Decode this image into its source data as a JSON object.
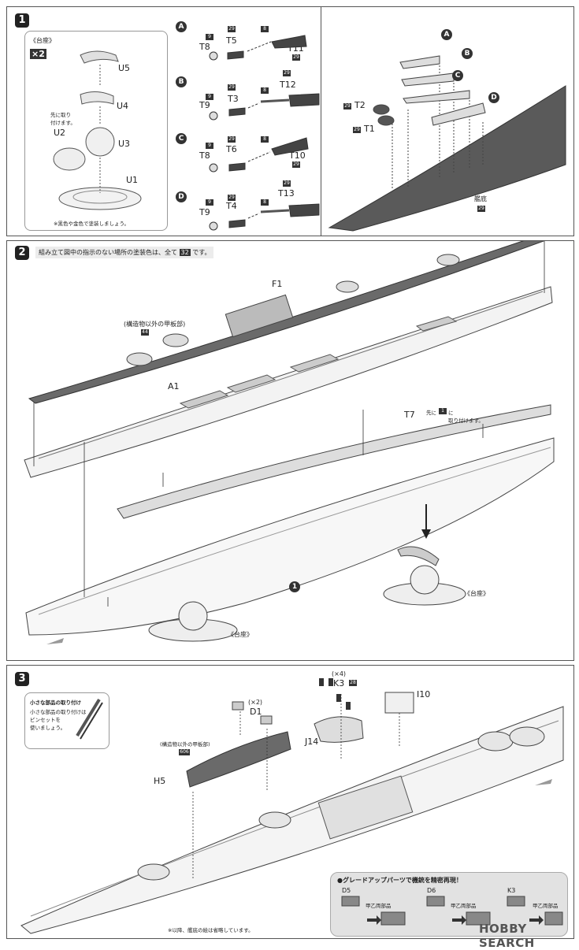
{
  "step1": {
    "num": "1",
    "stand_title": "《台座》",
    "qty": "×2",
    "parts": {
      "u5": "U5",
      "u4": "U4",
      "u3": "U3",
      "u2": "U2",
      "u1": "U1"
    },
    "note_first": "先に取り\n付けます。",
    "note_paint": "※黒色や金色で塗装しましょう。",
    "sub": [
      {
        "letter": "A",
        "p1": "T8",
        "p2": "T5",
        "p3": "T11",
        "c1": "9",
        "c2": "29",
        "c3": "8",
        "c4": "29"
      },
      {
        "letter": "B",
        "p1": "T9",
        "p2": "T3",
        "p3": "T12",
        "c1": "9",
        "c2": "29",
        "c3": "8",
        "c4": "29"
      },
      {
        "letter": "C",
        "p1": "T8",
        "p2": "T6",
        "p3": "T10",
        "c1": "9",
        "c2": "29",
        "c3": "8",
        "c4": "29"
      },
      {
        "letter": "D",
        "p1": "T9",
        "p2": "T4",
        "p3": "T13",
        "c1": "9",
        "c2": "29",
        "c3": "8",
        "c4": "29"
      }
    ],
    "rudders": {
      "t2": "T2",
      "t1": "T1",
      "c_t2": "29",
      "c_t1": "29",
      "a": "A",
      "b": "B",
      "c": "C",
      "d": "D"
    },
    "hull_label": "艦底",
    "hull_code": "29"
  },
  "step2": {
    "num": "2",
    "instruction": "組み立て図中の指示のない場所の塗装色は、全て",
    "instruction_code": "32",
    "instruction_end": "です。",
    "deck_note": "(構造物以外の甲板部)",
    "deck_code": "44",
    "f1": "F1",
    "a1": "A1",
    "t7": "T7",
    "t7_note_a": "先に",
    "t7_note_code": "1",
    "t7_note_b": "に\n取り付けます。",
    "stand_ref": "1",
    "stand_left": "《台座》",
    "stand_right": "《台座》"
  },
  "step3": {
    "num": "3",
    "small_parts_title": "小さな部品の取り付け",
    "small_parts_body": "小さな部品の取り付けは\nピンセットを\n使いましょう。",
    "deck_note": "(構造物以外の甲板部)",
    "deck_code": "606",
    "h5": "H5",
    "d1": "D1",
    "d1_qty": "(×2)",
    "k3": "K3",
    "k3_qty": "(×4)",
    "k3_code": "28",
    "j14": "J14",
    "i10": "I10",
    "omit_note": "※以降、艦底の絵は省略しています。",
    "upgrade_title": "●グレードアップパーツで機銃を精密再現！",
    "upgrade": [
      {
        "part": "D5",
        "label": "甲乙両部品"
      },
      {
        "part": "D6",
        "label": "甲乙両部品"
      },
      {
        "part": "K3",
        "label": "甲乙両部品"
      }
    ],
    "watermark": "HOBBY SEARCH"
  }
}
